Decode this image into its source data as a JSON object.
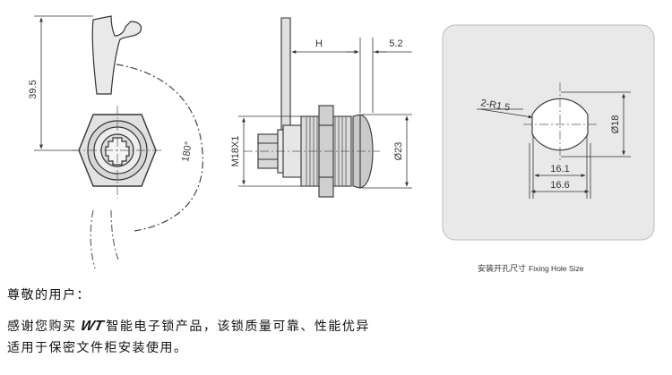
{
  "drawing": {
    "front_view": {
      "height_dim": "39.5",
      "rotation_angle": "180°"
    },
    "side_view": {
      "dim_h": "H",
      "dim_thickness": "5.2",
      "thread": "M18X1",
      "diameter": "Ø23"
    },
    "hole_view": {
      "radius": "2-R1.5",
      "diameter": "Ø18",
      "flat_width": "16.1",
      "outer_width": "16.6"
    }
  },
  "caption": {
    "zh": "安装开孔尺寸",
    "en": "Fixing Hole Size"
  },
  "description": {
    "greeting": "尊敬的用户：",
    "line1_before": "感谢您购买",
    "brand": "WT",
    "line1_after": "智能电子锁产品，该锁质量可靠、性能优异",
    "line2": "适用于保密文件柜安装使用。"
  }
}
